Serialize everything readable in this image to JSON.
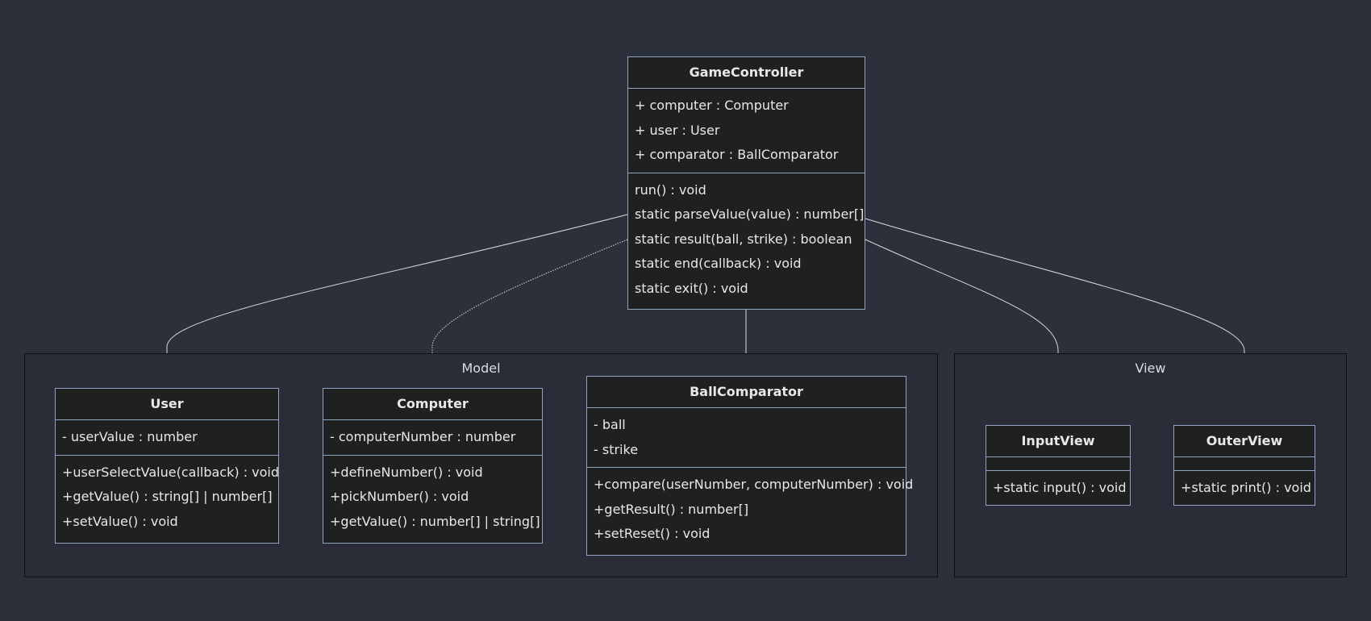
{
  "packages": {
    "model": {
      "label": "Model"
    },
    "view": {
      "label": "View"
    }
  },
  "classes": {
    "game_controller": {
      "name": "GameController",
      "attributes": [
        "+ computer : Computer",
        "+ user : User",
        "+ comparator : BallComparator"
      ],
      "methods": [
        "run() : void",
        "static parseValue(value) : number[]",
        "static result(ball, strike) : boolean",
        "static end(callback) : void",
        "static exit() : void"
      ]
    },
    "user": {
      "name": "User",
      "attributes": [
        "- userValue : number"
      ],
      "methods": [
        "+userSelectValue(callback) : void",
        "+getValue() : string[] | number[]",
        "+setValue() : void"
      ]
    },
    "computer": {
      "name": "Computer",
      "attributes": [
        "- computerNumber : number"
      ],
      "methods": [
        "+defineNumber() : void",
        "+pickNumber() : void",
        "+getValue() : number[] | string[]"
      ]
    },
    "ball_comparator": {
      "name": "BallComparator",
      "attributes": [
        "- ball",
        "- strike"
      ],
      "methods": [
        "+compare(userNumber, computerNumber) : void",
        "+getResult() : number[]",
        "+setReset() : void"
      ]
    },
    "input_view": {
      "name": "InputView",
      "attributes": [],
      "methods": [
        "+static input() : void"
      ]
    },
    "outer_view": {
      "name": "OuterView",
      "attributes": [],
      "methods": [
        "+static print() : void"
      ]
    }
  },
  "relations": [
    {
      "from": "game_controller",
      "to": "user",
      "kind": "inheritance-both",
      "style": "solid"
    },
    {
      "from": "game_controller",
      "to": "computer",
      "kind": "inheritance-both",
      "style": "dashed"
    },
    {
      "from": "game_controller",
      "to": "ball_comparator",
      "kind": "inheritance-both",
      "style": "solid"
    },
    {
      "from": "game_controller",
      "to": "input_view",
      "kind": "inheritance-both",
      "style": "solid"
    },
    {
      "from": "game_controller",
      "to": "outer_view",
      "kind": "inheritance-both",
      "style": "solid"
    }
  ],
  "colors": {
    "background": "#2c303b",
    "class_fill": "#1f2020",
    "class_border": "#8fa3c4",
    "link": "#d8d8d8"
  }
}
